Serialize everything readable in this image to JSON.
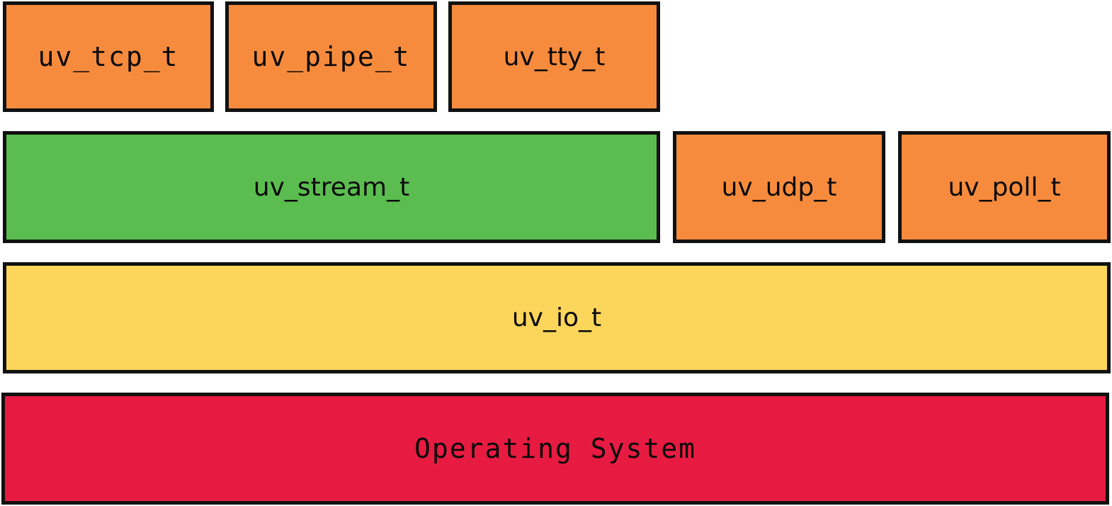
{
  "layers": {
    "handles": {
      "tcp": "uv_tcp_t",
      "pipe": "uv_pipe_t",
      "tty": "uv_tty_t"
    },
    "middle": {
      "stream": "uv_stream_t",
      "udp": "uv_udp_t",
      "poll": "uv_poll_t"
    },
    "io": "uv_io_t",
    "os": "Operating System"
  },
  "colors": {
    "orange": "#f78b3d",
    "green": "#5bbd50",
    "yellow": "#fcd55b",
    "red": "#e71b41",
    "border": "#111111"
  }
}
